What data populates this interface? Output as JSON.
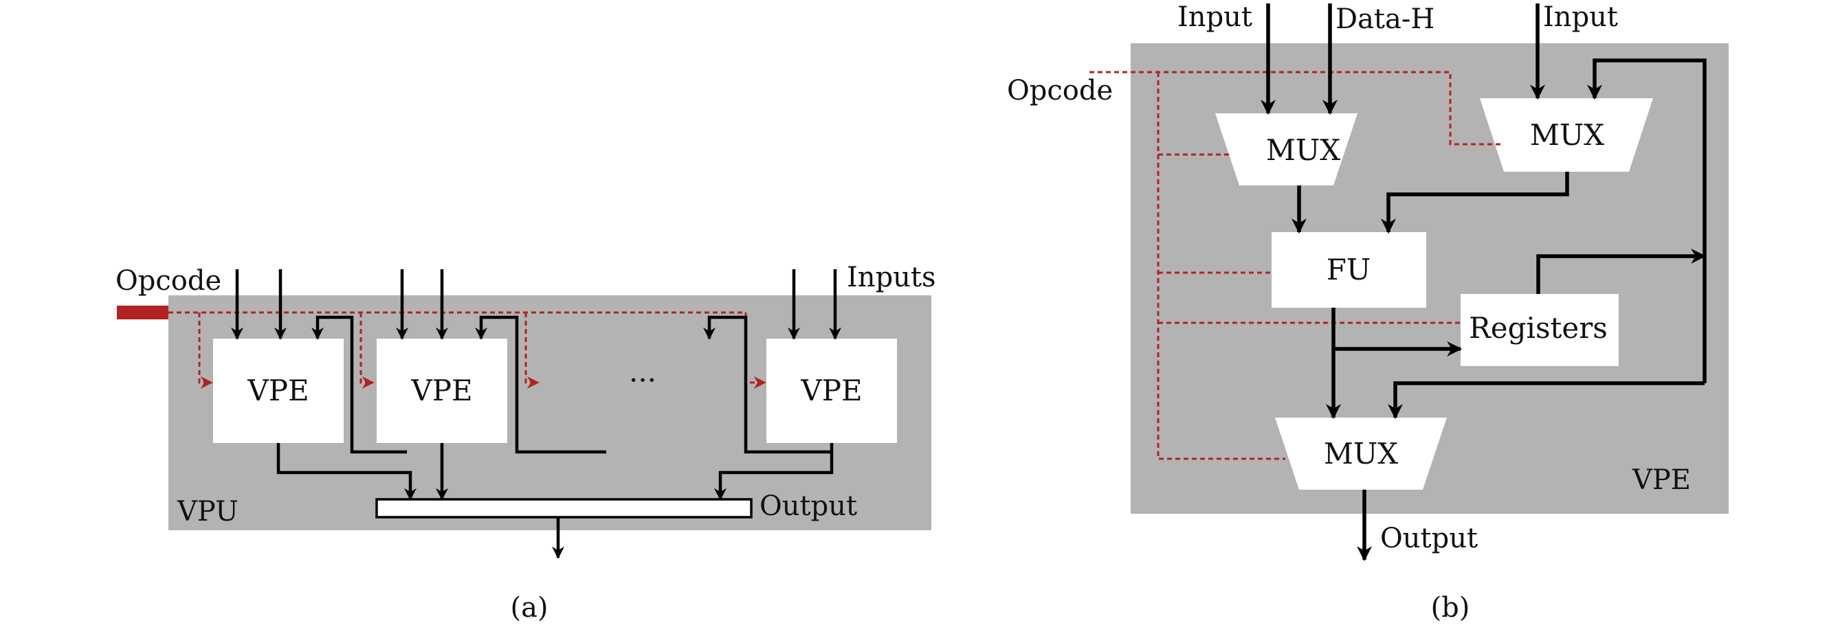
{
  "colors": {
    "background": "#ffffff",
    "container_fill": "#b3b3b3",
    "block_fill": "#ffffff",
    "wire": "#000000",
    "control_wire": "#b22222"
  },
  "panel_a": {
    "caption": "(a)",
    "opcode_label": "Opcode",
    "inputs_label": "Inputs",
    "container_label": "VPU",
    "ellipsis": "···",
    "output_label": "Output",
    "vpe_label": "VPE"
  },
  "panel_b": {
    "caption": "(b)",
    "input_left_label": "Input",
    "data_h_label": "Data-H",
    "input_right_label": "Input",
    "opcode_label": "Opcode",
    "mux_label": "MUX",
    "fu_label": "FU",
    "registers_label": "Registers",
    "container_label": "VPE",
    "output_label": "Output"
  }
}
